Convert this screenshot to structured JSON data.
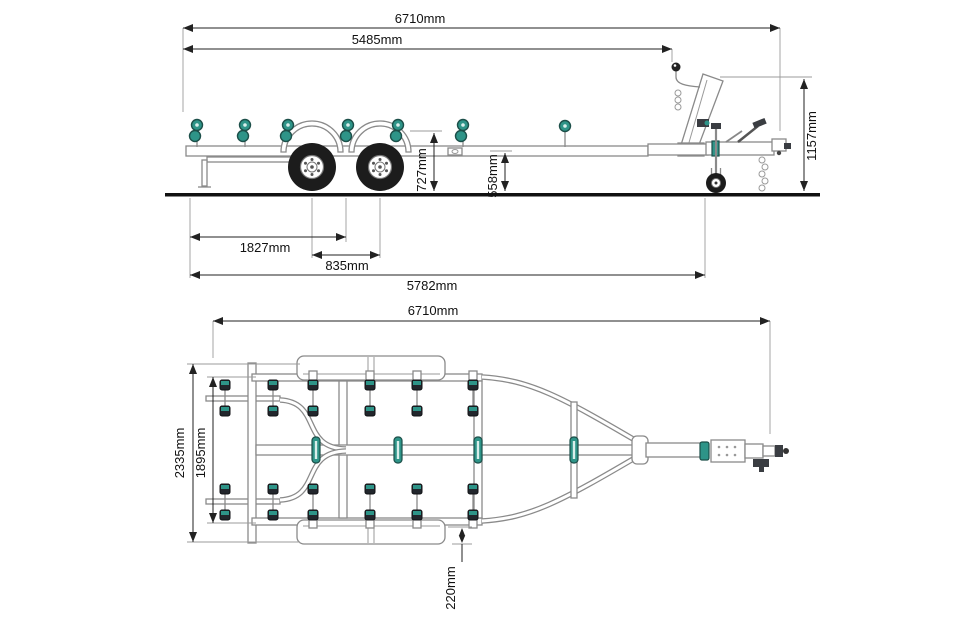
{
  "side_view": {
    "overall_length": "6710mm",
    "frame_length": "5485mm",
    "overall_height": "1157mm",
    "roller_height": "727mm",
    "frame_height": "558mm",
    "rear_to_axle_center": "1827mm",
    "axle_spacing": "835mm",
    "rear_to_jockey_wheel": "5782mm"
  },
  "top_view": {
    "overall_length": "6710mm",
    "overall_width": "2335mm",
    "frame_width": "1895mm",
    "fender_overhang": "220mm"
  },
  "colors": {
    "roller_teal": "#2e9488",
    "tire_black": "#1c1c1c",
    "drawing_gray": "#8a8a8a",
    "dimension_black": "#222222",
    "background": "#ffffff"
  }
}
